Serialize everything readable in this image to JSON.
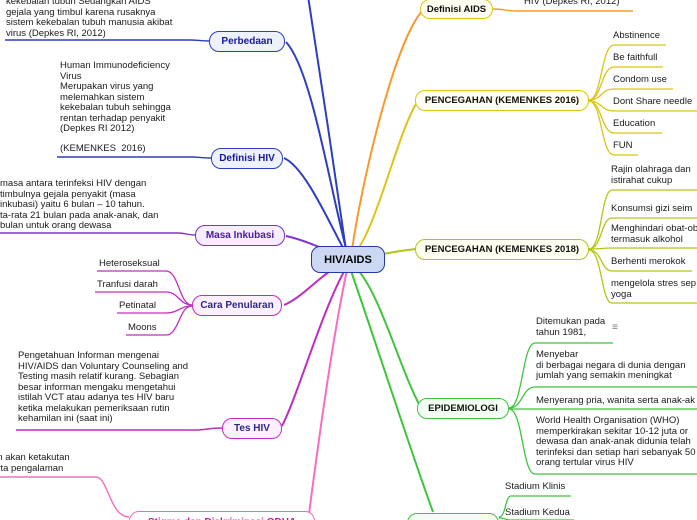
{
  "root": {
    "label": "HIV/AIDS"
  },
  "icons": {
    "details": "≡"
  },
  "colors": {
    "blue": "#2d3fc0",
    "purple": "#7d33cc",
    "magenta": "#bf2dbf",
    "pink": "#f46ec4",
    "orange": "#f59b28",
    "yellow": "#ddc414",
    "olive": "#b4c417",
    "green": "#3fc43f",
    "center_fill": "#ccd8f2",
    "center_border": "#2438a8"
  },
  "left": {
    "perbedaan": {
      "label": "Perbedaan",
      "note": "kekebalan tubuh Sedangkan AIDS\ngejala yang timbul karena rusaknya\nsistem kekebalan tubuh manusia akibat\nvirus (Depkes RI, 2012)"
    },
    "definisi_hiv": {
      "label": "Definisi HIV",
      "note": "Human Immunodeficiency\nVirus\nMerupakan virus yang\nmelemahkan sistem\nkekebalan tubuh sehingga\nrentan terhadap penyakit\n(Depkes RI 2012)",
      "ref": "(KEMENKES  2016)"
    },
    "masa_inkubasi": {
      "label": "Masa Inkubasi",
      "note": "masa antara terinfeksi HIV dengan\ntimbulnya gejala penyakit (masa\ninkubasi) yaitu 6 bulan – 10 tahun.\nta-rata 21 bulan pada anak-anak, dan\nbulan untuk orang dewasa"
    },
    "cara_penularan": {
      "label": "Cara Penularan",
      "children": [
        "Heteroseksual",
        "Tranfusi darah",
        "Petinatal",
        "Moons"
      ]
    },
    "tes_hiv": {
      "label": "Tes HIV",
      "note": "Pengetahuan Informan mengenai\nHIV/AIDS dan Voluntary Counseling and\nTesting masih relatif kurang. Sebagian\nbesar informan mengaku mengetahui\nistilah VCT atau adanya tes HIV baru\nketika melakukan pemeriksaan rutin\nkehamilan ini (saat ini)"
    },
    "stigma": {
      "label": "Stigma dan Diskriminasi ODHA",
      "note": "an akan ketakutan\nerta pengalaman"
    }
  },
  "right": {
    "definisi_aids": {
      "label": "Definisi AIDS",
      "note": "HIV (Depkes RI, 2012)"
    },
    "pencegahan_2016": {
      "label": "PENCEGAHAN (KEMENKES 2016)",
      "children": [
        "Abstinence",
        "Be faithfull",
        "Condom use",
        "Dont Share needle",
        "Education",
        "FUN"
      ]
    },
    "pencegahan_2018": {
      "label": "PENCEGAHAN (KEMENKES 2018)",
      "children": [
        "Rajin olahraga dan\nistirahat cukup",
        "Konsumsi gizi seim",
        "Menghindari obat-ob\ntermasuk alkohol",
        "Berhenti merokok",
        "mengelola stres sep\nyoga"
      ]
    },
    "epidemiologi": {
      "label": "EPIDEMIOLOGI",
      "children": [
        "Ditemukan pada\ntahun 1981,",
        "Menyebar\ndi berbagai negara di dunia dengan\njumlah yang semakin meningkat",
        "Menyerang pria, wanita serta anak-ak",
        "World Health Organisation (WHO)\nmemperkirakan sekitar 10-12 juta or\ndewasa dan anak-anak didunia telah\nterinfeksi dan setiap hari sebanyak 50\norang tertular virus HIV"
      ]
    },
    "stadium": {
      "children": [
        "Stadium Klinis",
        "Stadium Kedua"
      ]
    }
  }
}
